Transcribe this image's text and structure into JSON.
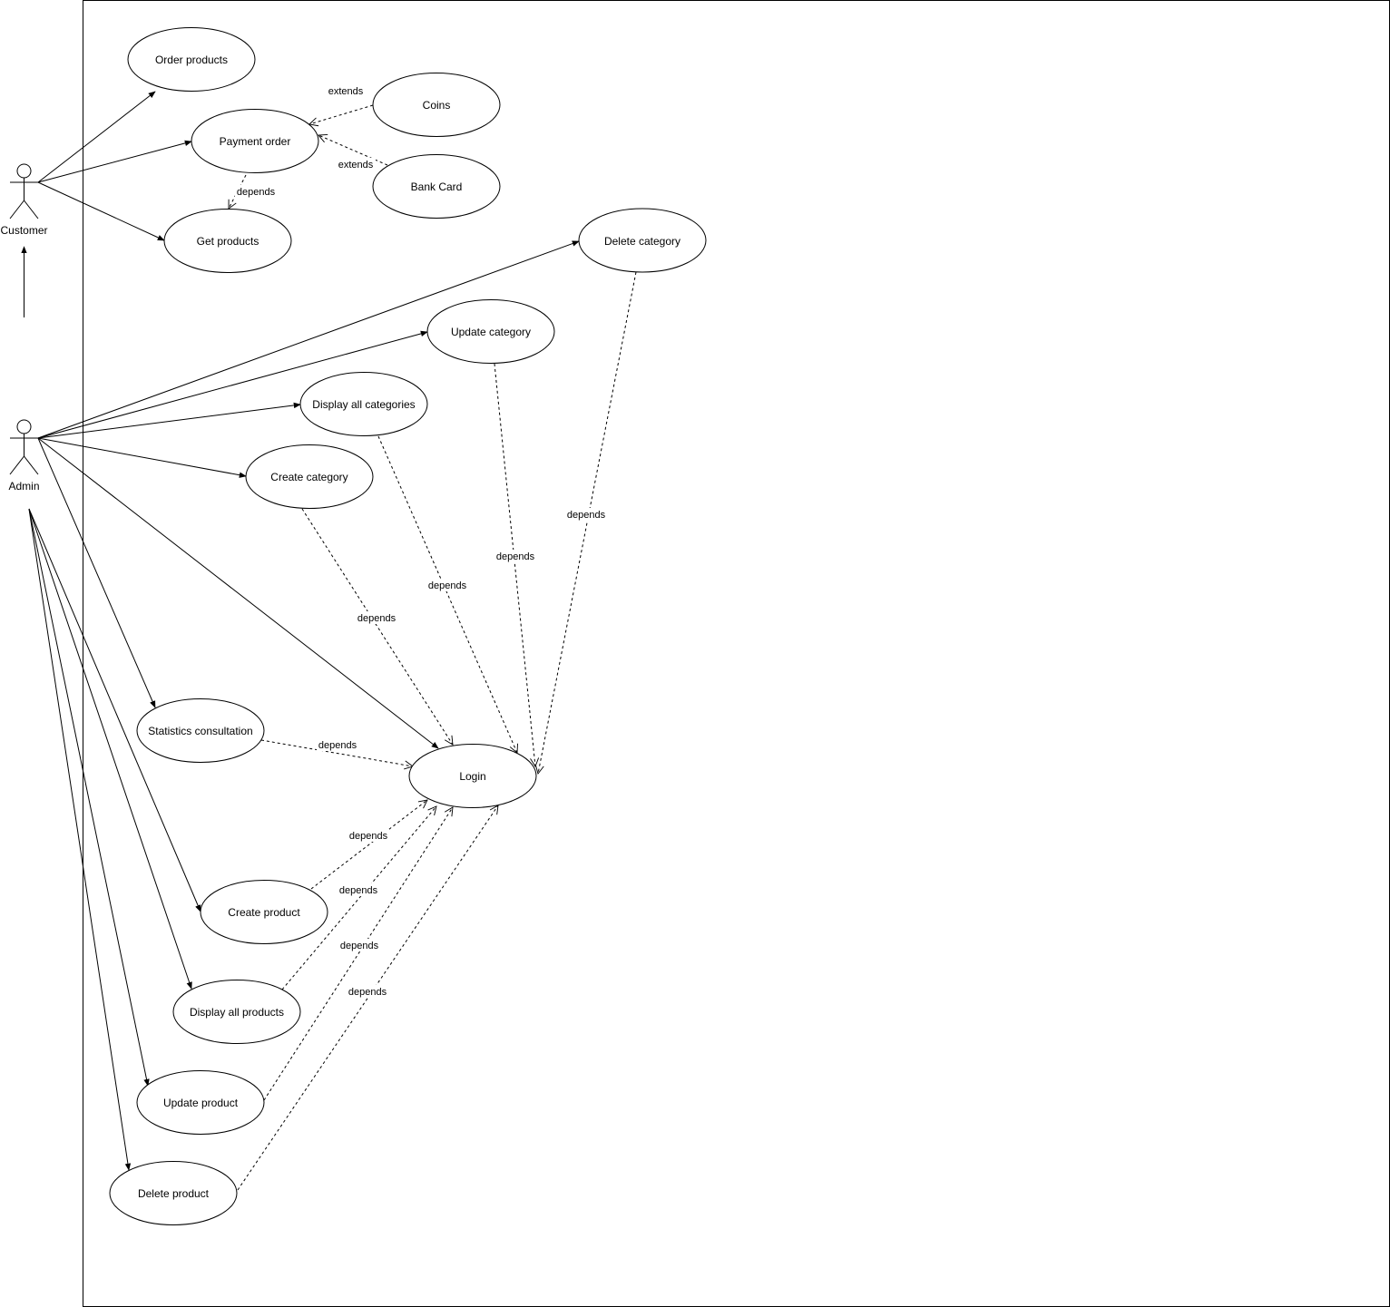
{
  "actors": {
    "customer": {
      "label": "Customer"
    },
    "admin": {
      "label": "Admin"
    }
  },
  "use_cases": {
    "order_products": "Order products",
    "payment_order": "Payment order",
    "coins": "Coins",
    "bank_card": "Bank Card",
    "get_products": "Get products",
    "delete_category": "Delete category",
    "update_category": "Update category",
    "display_all_categories": "Display all categories",
    "create_category": "Create category",
    "statistics_consultation": "Statistics consultation",
    "login": "Login",
    "create_product": "Create product",
    "display_all_products": "Display all products",
    "update_product": "Update product",
    "delete_product": "Delete product"
  },
  "relations": {
    "coins_extends": "extends",
    "bank_card_extends": "extends",
    "payment_depends": "depends",
    "delete_category_depends": "depends",
    "update_category_depends": "depends",
    "display_all_categories_depends": "depends",
    "create_category_depends": "depends",
    "statistics_depends": "depends",
    "create_product_depends": "depends",
    "display_all_products_depends": "depends",
    "update_product_depends": "depends",
    "delete_product_depends": "depends"
  },
  "colors": {
    "stroke": "#000000",
    "fill": "#ffffff"
  }
}
